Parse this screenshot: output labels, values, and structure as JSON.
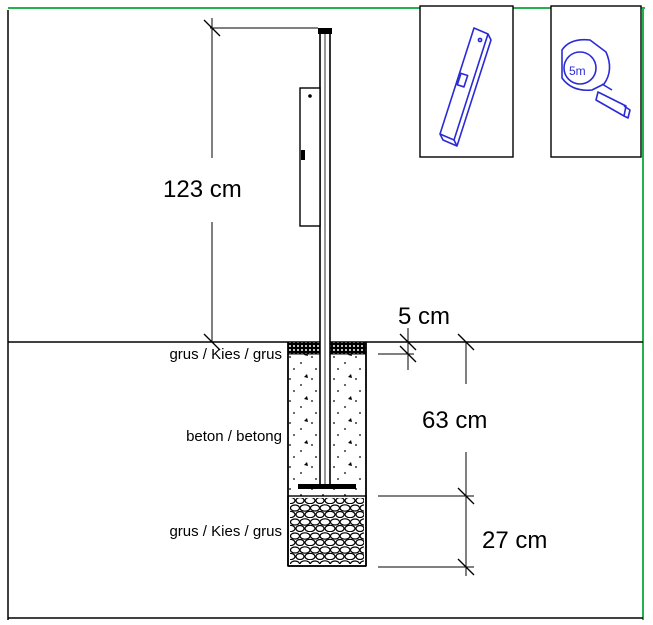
{
  "dimensions": {
    "post_height": "123 cm",
    "top_gravel": "5 cm",
    "concrete_depth": "63 cm",
    "bottom_gravel": "27 cm"
  },
  "layers": {
    "top_gravel": "grus / Kies / grus",
    "concrete": "beton / betong",
    "bottom_gravel": "grus / Kies / grus"
  },
  "tools": {
    "spirit_level": {
      "icon": "spirit-level-icon"
    },
    "tape_measure": {
      "icon": "tape-measure-icon",
      "label": "5m"
    }
  },
  "colors": {
    "frame_top": "#22b14c",
    "frame_right": "#22b14c",
    "drawing": "#000000",
    "tool_icons": "#2b2bd6"
  }
}
